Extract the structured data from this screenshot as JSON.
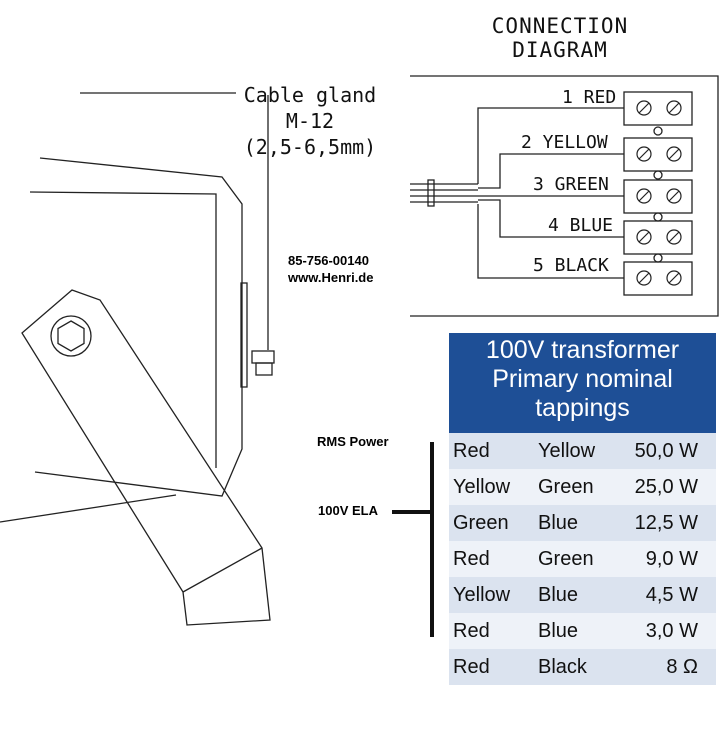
{
  "connection_diagram": {
    "title_line1": "CONNECTION",
    "title_line2": "DIAGRAM",
    "wires": [
      {
        "label": "1 RED"
      },
      {
        "label": "2 YELLOW"
      },
      {
        "label": "3 GREEN"
      },
      {
        "label": "4 BLUE"
      },
      {
        "label": "5 BLACK"
      }
    ]
  },
  "cable_gland": {
    "line1": "Cable gland",
    "line2": "M-12",
    "line3": "(2,5-6,5mm)"
  },
  "part_info": {
    "part_number": "85-756-00140",
    "website": "www.Henri.de"
  },
  "side_labels": {
    "rms_power": "RMS Power",
    "ela": "100V ELA"
  },
  "table": {
    "header_line1": "100V transformer",
    "header_line2": "Primary nominal",
    "header_line3": "tappings",
    "rows": [
      {
        "from": "Red",
        "to": "Yellow",
        "value": "50,0 W"
      },
      {
        "from": "Yellow",
        "to": "Green",
        "value": "25,0 W"
      },
      {
        "from": "Green",
        "to": "Blue",
        "value": "12,5 W"
      },
      {
        "from": "Red",
        "to": "Green",
        "value": "9,0 W"
      },
      {
        "from": "Yellow",
        "to": "Blue",
        "value": "4,5 W"
      },
      {
        "from": "Red",
        "to": "Blue",
        "value": "3,0 W"
      },
      {
        "from": "Red",
        "to": "Black",
        "value": "8 Ω"
      }
    ]
  }
}
